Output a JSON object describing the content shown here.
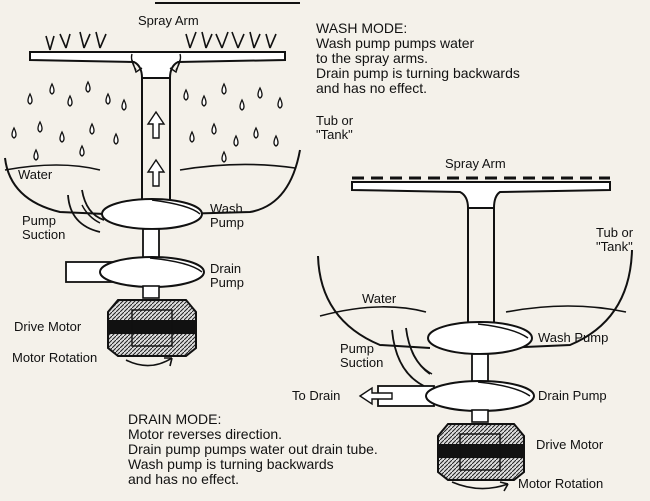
{
  "wash_mode": {
    "heading": "WASH MODE:",
    "lines": [
      "Wash pump pumps water",
      "to the spray arms.",
      "Drain pump is turning backwards",
      "and has no effect."
    ]
  },
  "drain_mode": {
    "heading": "DRAIN MODE:",
    "lines": [
      "Motor reverses direction.",
      "Drain pump pumps water out drain tube.",
      "Wash pump is turning backwards",
      "and has no effect."
    ]
  },
  "left_diagram": {
    "spray_arm": "Spray Arm",
    "tub": [
      "Tub or",
      "\"Tank\""
    ],
    "water": "Water",
    "pump_suction": [
      "Pump",
      "Suction"
    ],
    "wash_pump": [
      "Wash",
      "Pump"
    ],
    "drain_pump": [
      "Drain",
      "Pump"
    ],
    "drive_motor": "Drive Motor",
    "motor_rotation": "Motor Rotation"
  },
  "right_diagram": {
    "spray_arm": "Spray Arm",
    "tub": [
      "Tub or",
      "\"Tank\""
    ],
    "water": "Water",
    "pump_suction": [
      "Pump",
      "Suction"
    ],
    "wash_pump": "Wash Pump",
    "to_drain": "To Drain",
    "drain_pump": "Drain Pump",
    "drive_motor": "Drive Motor",
    "motor_rotation": "Motor Rotation"
  },
  "colors": {
    "ink": "#111111",
    "paper": "#f4f1ea",
    "background_text": "#b9b4aa"
  }
}
